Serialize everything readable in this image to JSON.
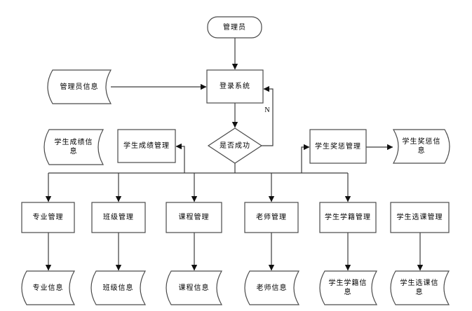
{
  "diagram_type": "flowchart",
  "nodes": {
    "admin": {
      "label": "管理员",
      "shape": "terminator"
    },
    "admin_info": {
      "label": "管理员信息",
      "shape": "stored-data"
    },
    "login": {
      "label": "登录系统",
      "shape": "process"
    },
    "decision": {
      "label": "是否成功",
      "shape": "decision"
    },
    "grade_info": {
      "label": "学生成绩信息",
      "shape": "stored-data"
    },
    "grade_mgmt": {
      "label": "学生成绩管理",
      "shape": "process"
    },
    "reward_mgmt": {
      "label": "学生奖惩管理",
      "shape": "process"
    },
    "reward_info": {
      "label": "学生奖惩信息",
      "shape": "stored-data-mirrored"
    },
    "major_mgmt": {
      "label": "专业管理",
      "shape": "process"
    },
    "class_mgmt": {
      "label": "班级管理",
      "shape": "process"
    },
    "course_mgmt": {
      "label": "课程管理",
      "shape": "process"
    },
    "teacher_mgmt": {
      "label": "老师管理",
      "shape": "process"
    },
    "status_mgmt": {
      "label": "学生学籍管理",
      "shape": "process"
    },
    "elective_mgmt": {
      "label": "学生选课管理",
      "shape": "process"
    },
    "major_info": {
      "label": "专业信息",
      "shape": "stored-data"
    },
    "class_info": {
      "label": "班级信息",
      "shape": "stored-data"
    },
    "course_info": {
      "label": "课程信息",
      "shape": "stored-data"
    },
    "teacher_info": {
      "label": "老师信息",
      "shape": "stored-data"
    },
    "status_info": {
      "label": "学生学籍信息",
      "shape": "stored-data"
    },
    "elective_info": {
      "label": "学生选课信息",
      "shape": "stored-data"
    }
  },
  "edge_labels": {
    "no_branch": "N"
  },
  "edges": [
    {
      "from": "admin",
      "to": "login",
      "label": ""
    },
    {
      "from": "admin_info",
      "to": "login",
      "label": ""
    },
    {
      "from": "login",
      "to": "decision",
      "label": ""
    },
    {
      "from": "decision",
      "to": "login",
      "label": "N"
    },
    {
      "from": "decision",
      "to": "bus",
      "label": ""
    },
    {
      "from": "bus",
      "to": "grade_mgmt",
      "label": ""
    },
    {
      "from": "bus",
      "to": "reward_mgmt",
      "label": ""
    },
    {
      "from": "bus",
      "to": "major_mgmt",
      "label": ""
    },
    {
      "from": "bus",
      "to": "class_mgmt",
      "label": ""
    },
    {
      "from": "bus",
      "to": "course_mgmt",
      "label": ""
    },
    {
      "from": "bus",
      "to": "teacher_mgmt",
      "label": ""
    },
    {
      "from": "bus",
      "to": "status_mgmt",
      "label": ""
    },
    {
      "from": "reward_mgmt",
      "to": "reward_info",
      "label": ""
    },
    {
      "from": "major_mgmt",
      "to": "major_info",
      "label": ""
    },
    {
      "from": "class_mgmt",
      "to": "class_info",
      "label": ""
    },
    {
      "from": "course_mgmt",
      "to": "course_info",
      "label": ""
    },
    {
      "from": "teacher_mgmt",
      "to": "teacher_info",
      "label": ""
    },
    {
      "from": "status_mgmt",
      "to": "status_info",
      "label": ""
    },
    {
      "from": "elective_mgmt",
      "to": "elective_info",
      "label": ""
    }
  ],
  "colors": {
    "shape_stroke": "#4a4a4a",
    "line": "#3c3c3c",
    "arrowhead": "#111111",
    "text": "#000000",
    "background": "#ffffff"
  }
}
